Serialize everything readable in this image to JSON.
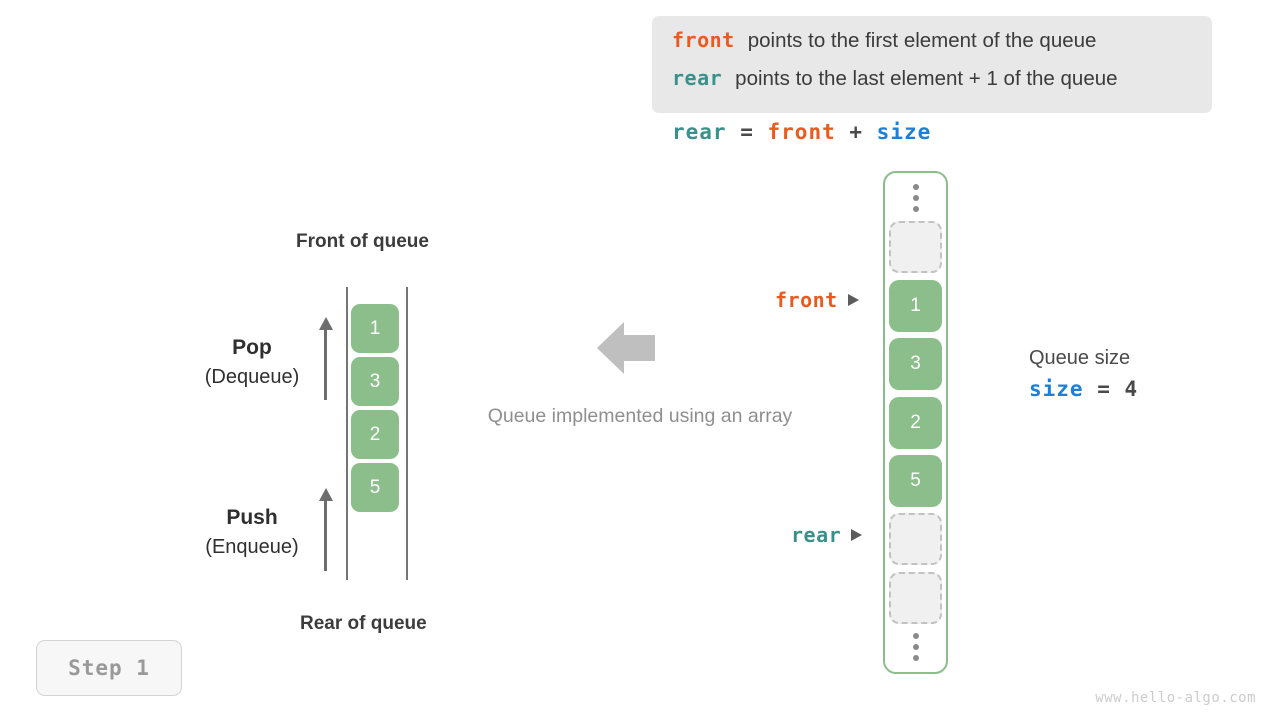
{
  "legend": {
    "lines": [
      {
        "keyword": "front",
        "keyword_color": "#eb5a1e",
        "text": "points to the first element of the queue"
      },
      {
        "keyword": "rear",
        "keyword_color": "#3a918c",
        "text": "points to the last element + 1 of the queue"
      }
    ],
    "background": "#e8e8e8"
  },
  "formula": {
    "lhs": "rear",
    "eq": " = ",
    "rhs1": "front",
    "plus": " + ",
    "rhs2": "size"
  },
  "left_queue": {
    "top_label": "Front of queue",
    "bottom_label": "Rear of queue",
    "cells": [
      "1",
      "3",
      "2",
      "5"
    ],
    "pop": {
      "main": "Pop",
      "sub": "(Dequeue)"
    },
    "push": {
      "main": "Push",
      "sub": "(Enqueue)"
    }
  },
  "center": {
    "caption": "Queue implemented using an array",
    "arrow_direction": "left",
    "arrow_color": "#bfbfbf"
  },
  "array": {
    "slots": [
      {
        "kind": "dots"
      },
      {
        "kind": "empty",
        "value": ""
      },
      {
        "kind": "filled",
        "value": "1"
      },
      {
        "kind": "filled",
        "value": "3"
      },
      {
        "kind": "filled",
        "value": "2"
      },
      {
        "kind": "filled",
        "value": "5"
      },
      {
        "kind": "empty",
        "value": ""
      },
      {
        "kind": "empty",
        "value": ""
      },
      {
        "kind": "dots"
      }
    ],
    "border_color": "#8cbe8b",
    "filled_color": "#8cbe8b",
    "empty_color": "#f0f0f0"
  },
  "pointers": {
    "front": "front",
    "rear": "rear"
  },
  "queue_size": {
    "title": "Queue size",
    "var": "size",
    "expr": " = 4"
  },
  "step_badge": "Step 1",
  "watermark": "www.hello-algo.com"
}
